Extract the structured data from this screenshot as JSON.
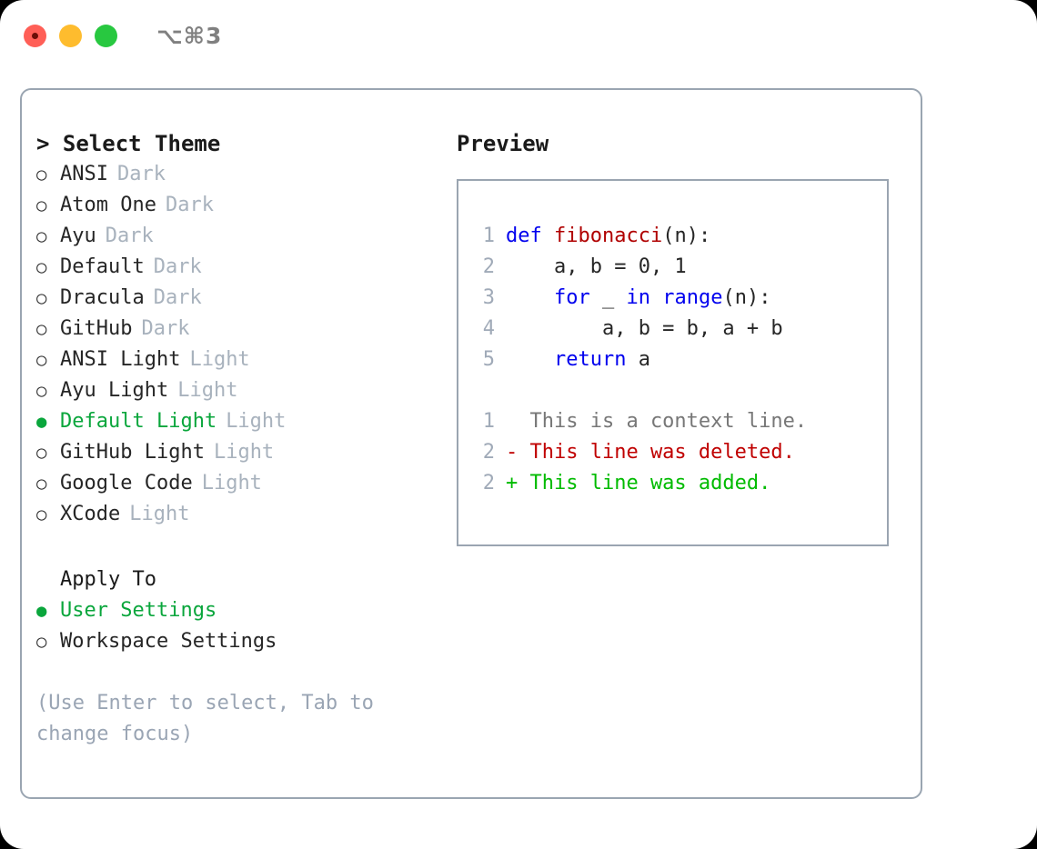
{
  "titlebar": {
    "shortcut": "⌥⌘3",
    "lights": [
      "close",
      "minimize",
      "maximize"
    ]
  },
  "theme_picker": {
    "heading": "> Select Theme",
    "bullet_selected": "●",
    "bullet_unselected": "○",
    "items": [
      {
        "name": "ANSI",
        "tag": "Dark",
        "selected": false
      },
      {
        "name": "Atom One",
        "tag": "Dark",
        "selected": false
      },
      {
        "name": "Ayu",
        "tag": "Dark",
        "selected": false
      },
      {
        "name": "Default",
        "tag": "Dark",
        "selected": false
      },
      {
        "name": "Dracula",
        "tag": "Dark",
        "selected": false
      },
      {
        "name": "GitHub",
        "tag": "Dark",
        "selected": false
      },
      {
        "name": "ANSI Light",
        "tag": "Light",
        "selected": false
      },
      {
        "name": "Ayu Light",
        "tag": "Light",
        "selected": false
      },
      {
        "name": "Default Light",
        "tag": "Light",
        "selected": true
      },
      {
        "name": "GitHub Light",
        "tag": "Light",
        "selected": false
      },
      {
        "name": "Google Code",
        "tag": "Light",
        "selected": false
      },
      {
        "name": "XCode",
        "tag": "Light",
        "selected": false
      }
    ]
  },
  "apply_to": {
    "heading": "Apply To",
    "items": [
      {
        "name": "User Settings",
        "selected": true
      },
      {
        "name": "Workspace Settings",
        "selected": false
      }
    ]
  },
  "hint": "(Use Enter to select, Tab to change focus)",
  "preview": {
    "heading": "Preview",
    "code": [
      {
        "num": "1",
        "tokens": [
          {
            "t": "def ",
            "k": "kw"
          },
          {
            "t": "fibonacci",
            "k": "fn"
          },
          {
            "t": "(n):",
            "k": "plain"
          }
        ]
      },
      {
        "num": "2",
        "tokens": [
          {
            "t": "    a, b = 0, 1",
            "k": "plain"
          }
        ]
      },
      {
        "num": "3",
        "tokens": [
          {
            "t": "    ",
            "k": "plain"
          },
          {
            "t": "for",
            "k": "kw"
          },
          {
            "t": " _ ",
            "k": "plain"
          },
          {
            "t": "in",
            "k": "kw"
          },
          {
            "t": " ",
            "k": "plain"
          },
          {
            "t": "range",
            "k": "kw"
          },
          {
            "t": "(n):",
            "k": "plain"
          }
        ]
      },
      {
        "num": "4",
        "tokens": [
          {
            "t": "        a, b = b, a + b",
            "k": "plain"
          }
        ]
      },
      {
        "num": "5",
        "tokens": [
          {
            "t": "    ",
            "k": "plain"
          },
          {
            "t": "return",
            "k": "kw"
          },
          {
            "t": " a",
            "k": "plain"
          }
        ]
      }
    ],
    "diff": [
      {
        "num": "1",
        "text": "  This is a context line.",
        "kind": "ctx"
      },
      {
        "num": "2",
        "text": "- This line was deleted.",
        "kind": "del"
      },
      {
        "num": "2",
        "text": "+ This line was added.",
        "kind": "add"
      }
    ]
  },
  "colors": {
    "accent_green": "#0aa63c",
    "muted": "#a8b2bd",
    "border": "#9aa5b1",
    "keyword": "#0000ee",
    "function": "#b00000",
    "diff_delete": "#c00000",
    "diff_add": "#00bb00",
    "diff_context": "#777777"
  }
}
